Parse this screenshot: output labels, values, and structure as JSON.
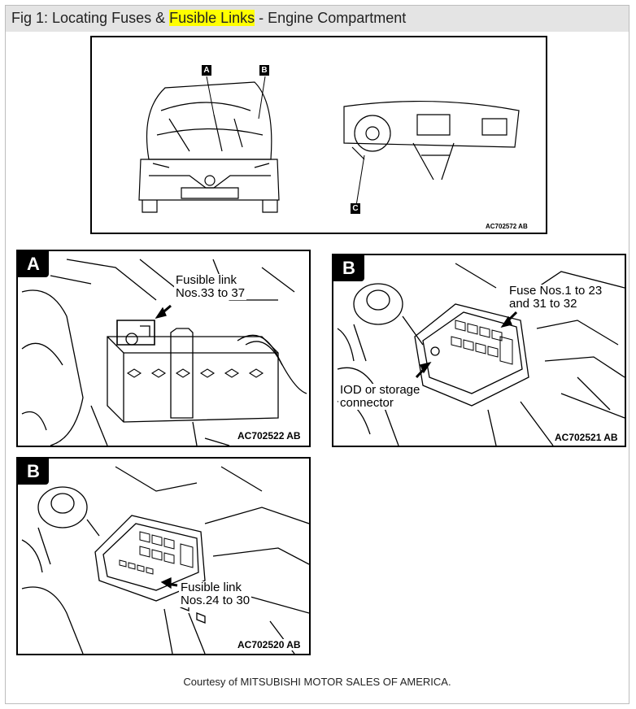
{
  "figure": {
    "title_prefix": "Fig 1: Locating Fuses & ",
    "title_highlight": "Fusible Links",
    "title_suffix": " - Engine Compartment",
    "highlight_color": "#ffff00",
    "credit": "Courtesy of MITSUBISHI MOTOR SALES OF AMERICA."
  },
  "overview": {
    "callouts": [
      "A",
      "B",
      "C"
    ],
    "code": "AC702572 AB"
  },
  "panel_a": {
    "letter": "A",
    "label_line1": "Fusible link",
    "label_line2": "Nos.33 to 37",
    "code": "AC702522 AB"
  },
  "panel_b_top": {
    "letter": "B",
    "fuse_line1": "Fuse Nos.1 to 23",
    "fuse_line2": "and 31 to 32",
    "iod_line1": "IOD or storage",
    "iod_line2": "connector",
    "code": "AC702521 AB"
  },
  "panel_b_bottom": {
    "letter": "B",
    "label_line1": "Fusible link",
    "label_line2": "Nos.24 to 30",
    "code": "AC702520 AB"
  }
}
